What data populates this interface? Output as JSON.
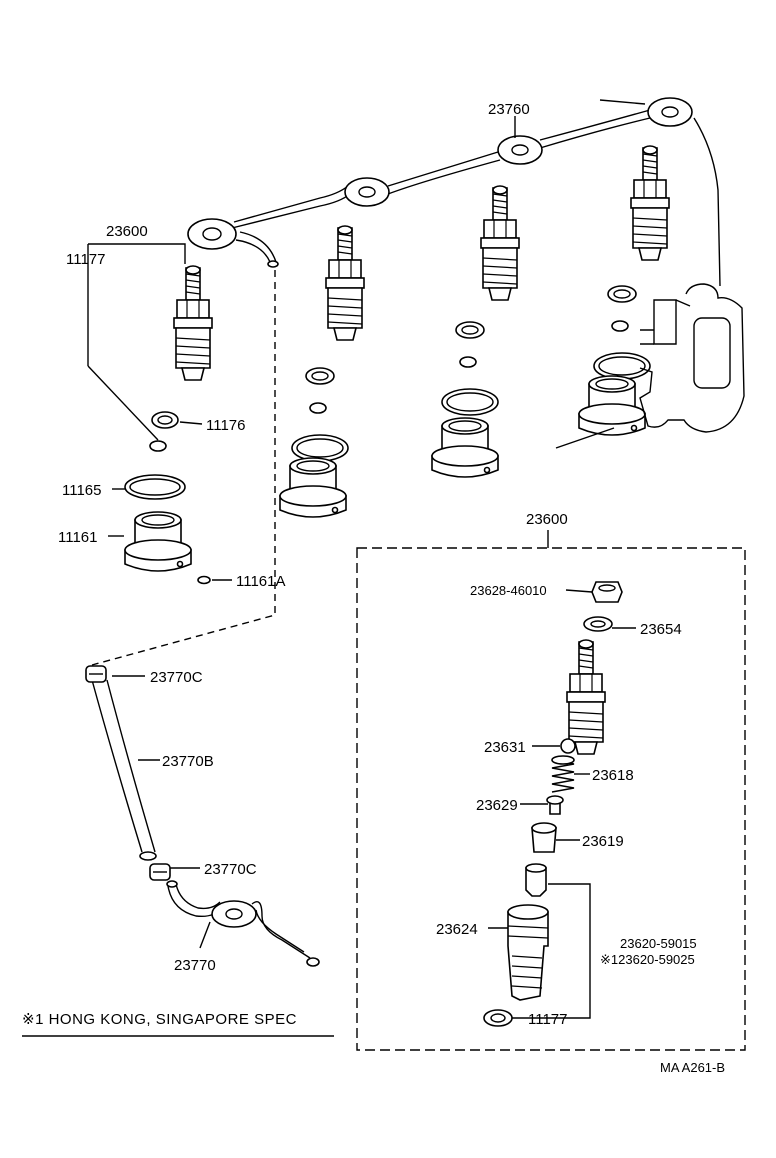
{
  "labels": {
    "l23760": "23760",
    "l23600_top": "23600",
    "l11177_top": "11177",
    "l11176": "11176",
    "l11165": "11165",
    "l11161": "11161",
    "l11161A": "11161A",
    "l23770C_a": "23770C",
    "l23770B": "23770B",
    "l23770C_b": "23770C",
    "l23770": "23770",
    "l23600_box": "23600",
    "l23628": "23628-46010",
    "l23654": "23654",
    "l23631": "23631",
    "l23618": "23618",
    "l23629": "23629",
    "l23619": "23619",
    "l23624": "23624",
    "l23620a": "23620-59015",
    "l23620b": "※123620-59025",
    "l11177_box": "11177"
  },
  "footnote": "※1 HONG  KONG, SINGAPORE  SPEC",
  "figure_code": "MA  A261-B"
}
